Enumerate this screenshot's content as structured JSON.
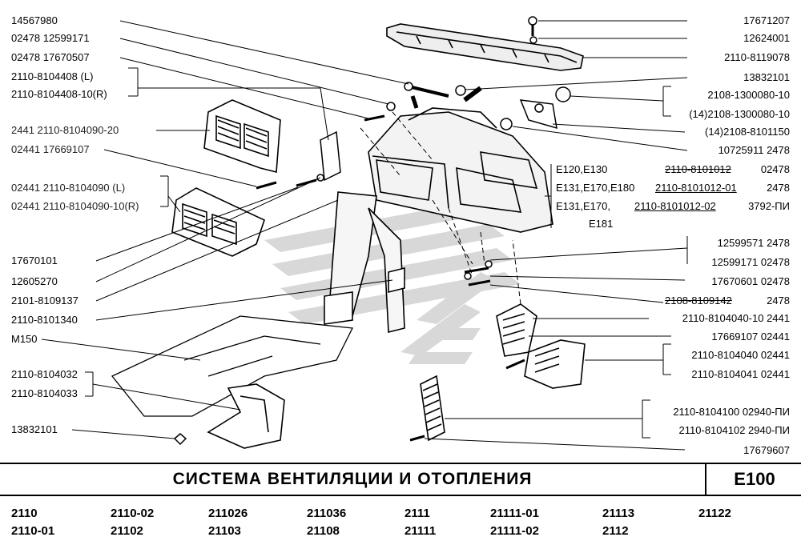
{
  "title": "СИСТЕМА ВЕНТИЛЯЦИИ И ОТОПЛЕНИЯ",
  "section_code": "E100",
  "left_labels": [
    "14567980",
    "02478  12599171",
    "02478  17670507",
    "2110-8104408      (L)",
    "2110-8104408-10(R)",
    "2441  2110-8104090-20",
    "02441  17669107",
    "02441  2110-8104090       (L)",
    "02441  2110-8104090-10(R)",
    "17670101",
    "12605270",
    "2101-8109137",
    "2110-8101340",
    "M150",
    "2110-8104032",
    "2110-8104033",
    "13832101"
  ],
  "right_labels": [
    "17671207",
    "12624001",
    "2110-8119078",
    "13832101",
    "2108-1300080-10",
    "(14)2108-1300080-10",
    "(14)2108-8101150",
    "10725911  2478",
    "12599571   2478",
    "12599171  02478",
    "17670601  02478",
    "2110-8104040-10  2441",
    "17669107  02441",
    "2110-8104040  02441",
    "2110-8104041  02441",
    "2110-8104100  02940-ПИ",
    "2110-8104102    2940-ПИ",
    "17679607"
  ],
  "heater_table": [
    {
      "variant": "E120,E130",
      "part": "2110-8101012",
      "code": "02478",
      "struck": true
    },
    {
      "variant": "E131,E170,E180",
      "part": "2110-8101012-01",
      "code": "2478",
      "struck": false
    },
    {
      "variant": "E131,E170,",
      "part": "2110-8101012-02",
      "code": "3792-ПИ",
      "struck": false
    },
    {
      "variant": "E181",
      "part": "",
      "code": "",
      "struck": false
    }
  ],
  "struck_label": {
    "part": "2108-8109142",
    "code": "2478"
  },
  "models": [
    "2110",
    "2110-01",
    "2110-02",
    "21102",
    "211026",
    "21103",
    "211036",
    "21108",
    "2111",
    "21111",
    "21111-01",
    "21111-02",
    "21113",
    "2112",
    "21122"
  ]
}
